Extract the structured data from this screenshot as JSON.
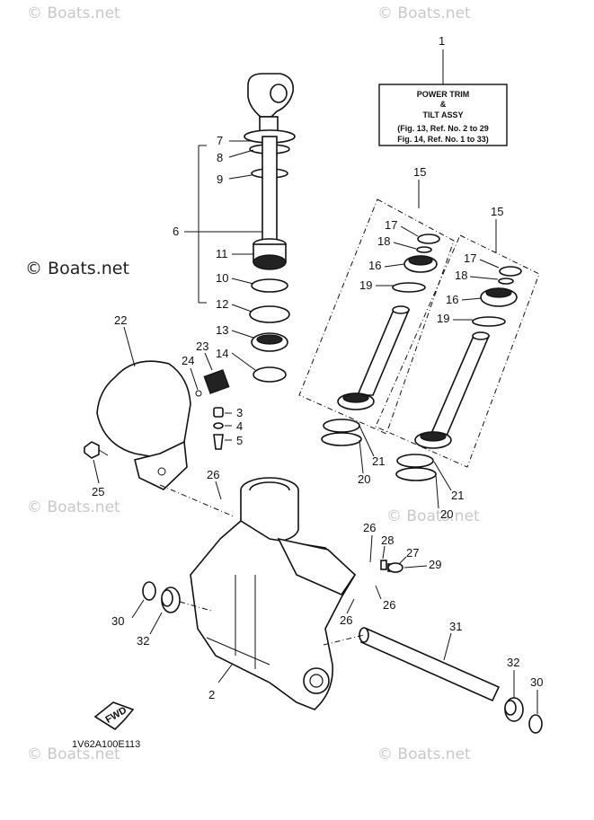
{
  "watermarks": {
    "small": "© Boats.net",
    "large": "© Boats.net"
  },
  "info_box": {
    "callout": "1",
    "line1": "POWER TRIM",
    "line2": "&",
    "line3": "TILT ASSY",
    "line4": "(Fig. 13, Ref. No. 2 to 29",
    "line5": "Fig. 14, Ref. No. 1 to 33)"
  },
  "diagram_code": "1V62A100E113",
  "fwd_label": "FWD",
  "callouts": {
    "c7": "7",
    "c8": "8",
    "c9": "9",
    "c6": "6",
    "c11": "11",
    "c10": "10",
    "c12": "12",
    "c13": "13",
    "c14": "14",
    "c15a": "15",
    "c15b": "15",
    "c17a": "17",
    "c17b": "17",
    "c18a": "18",
    "c18b": "18",
    "c16a": "16",
    "c16b": "16",
    "c19a": "19",
    "c19b": "19",
    "c22": "22",
    "c23": "23",
    "c24": "24",
    "c3": "3",
    "c4": "4",
    "c5": "5",
    "c25": "25",
    "c26a": "26",
    "c26b": "26",
    "c26c": "26",
    "c26d": "26",
    "c21a": "21",
    "c21b": "21",
    "c20a": "20",
    "c20b": "20",
    "c28": "28",
    "c27": "27",
    "c29": "29",
    "c30a": "30",
    "c30b": "30",
    "c32a": "32",
    "c32b": "32",
    "c31": "31",
    "c2": "2"
  }
}
